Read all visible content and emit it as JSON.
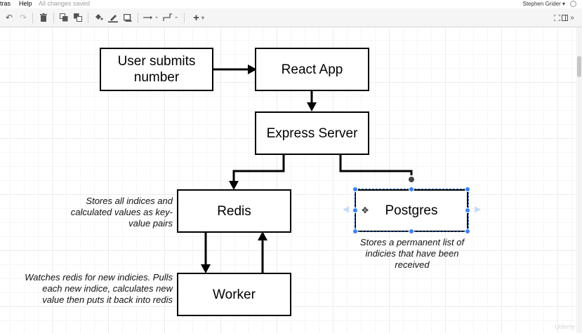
{
  "menubar": {
    "extras": "tras",
    "help": "Help",
    "status": "All changes saved",
    "user": "Stephen Grider ▾"
  },
  "toolbar": {
    "add_caret": "▾"
  },
  "diagram": {
    "user_box": "User submits number",
    "react_box": "React App",
    "express_box": "Express Server",
    "redis_box": "Redis",
    "postgres_box": "Postgres",
    "worker_box": "Worker",
    "redis_note": "Stores all indices and calculated values as key-value pairs",
    "worker_note": "Watches redis for new indicies. Pulls each new indice, calculates new value then puts it back into redis",
    "postgres_note": "Stores a permanent list of indicies that have been received"
  },
  "watermark": "Udemy",
  "colors": {
    "selection": "#3b82f6",
    "grid": "#ececec"
  }
}
